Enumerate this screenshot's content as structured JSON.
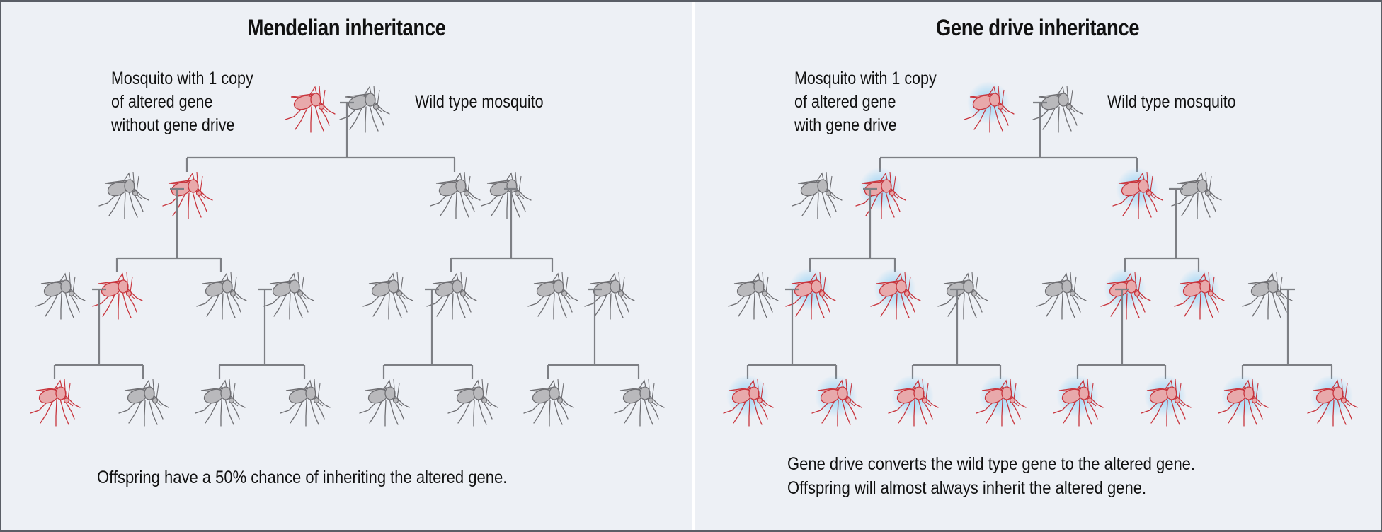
{
  "colors": {
    "background": "#edf0f5",
    "altered": "#c8343c",
    "altered_fill": "#e8a9ab",
    "wild": "#6e6e72",
    "wild_fill": "#b9b9bc",
    "connector": "#7d7f84",
    "glow": "#8fd0f5"
  },
  "panels": [
    {
      "id": "mendelian",
      "title": "Mendelian inheritance",
      "parent_label_lines": [
        "Mosquito with 1 copy",
        "of altered gene",
        "without gene drive"
      ],
      "wild_label": "Wild type mosquito",
      "caption_lines": [
        "Offspring have a 50% chance of inheriting the altered gene."
      ],
      "glow": false,
      "generations": [
        [
          [
            "altered",
            "wild"
          ]
        ],
        [
          [
            "wild",
            "altered"
          ],
          [
            "wild",
            "wild"
          ]
        ],
        [
          [
            "wild",
            "altered"
          ],
          [
            "wild",
            "wild"
          ],
          [
            "wild",
            "wild"
          ],
          [
            "wild",
            "wild"
          ]
        ],
        [
          [
            "altered",
            "wild"
          ],
          [
            "wild",
            "wild"
          ],
          [
            "wild",
            "wild"
          ],
          [
            "wild",
            "wild"
          ]
        ]
      ]
    },
    {
      "id": "gene-drive",
      "title": "Gene drive inheritance",
      "parent_label_lines": [
        "Mosquito with 1 copy",
        "of altered gene",
        "with gene drive"
      ],
      "wild_label": "Wild type mosquito",
      "caption_lines": [
        "Gene drive converts the wild type gene to the altered gene.",
        "Offspring will almost always inherit the altered gene."
      ],
      "glow": true,
      "generations": [
        [
          [
            "altered",
            "wild"
          ]
        ],
        [
          [
            "wild",
            "altered"
          ],
          [
            "altered",
            "wild"
          ]
        ],
        [
          [
            "wild",
            "altered"
          ],
          [
            "altered",
            "wild"
          ],
          [
            "wild",
            "altered"
          ],
          [
            "altered",
            "wild"
          ]
        ],
        [
          [
            "altered",
            "altered"
          ],
          [
            "altered",
            "altered"
          ],
          [
            "altered",
            "altered"
          ],
          [
            "altered",
            "altered"
          ]
        ]
      ]
    }
  ]
}
